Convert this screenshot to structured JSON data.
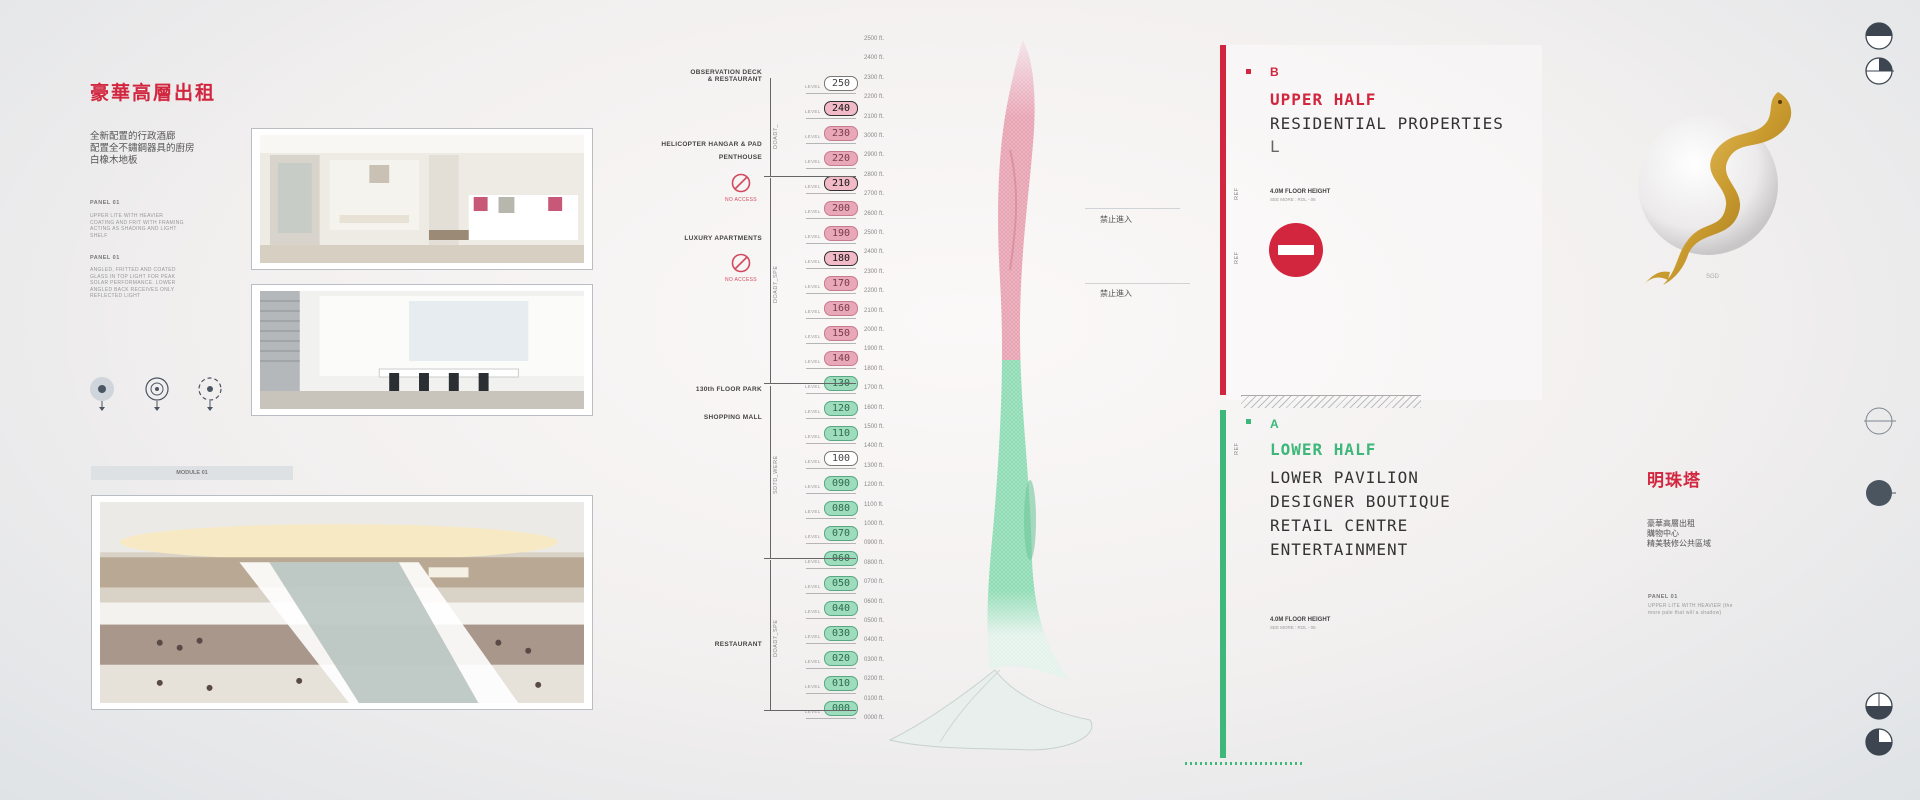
{
  "left": {
    "title": "豪華高層出租",
    "description": [
      "全新配置的行政酒廊",
      "配置全不鏽鋼器具的廚房",
      "白橡木地板"
    ],
    "panel1_label": "PANEL 01",
    "panel1_text": "UPPER LITE WITH HEAVIER COATING AND FRIT WITH FRAMING ACTING AS SHADING AND LIGHT SHELF",
    "panel2_label": "PANEL 01",
    "panel2_text": "ANGLED, FRITTED AND COATED GLASS IN TOP LIGHT FOR PEAK SOLAR PERFORMANCE. LOWER ANGLED BACK RECEIVES ONLY REFLECTED LIGHT",
    "module_label": "MODULE 01",
    "photos": [
      "living-room-photo",
      "dining-room-photo",
      "shopping-mall-photo"
    ],
    "controls": [
      "location-pin-icon",
      "target-pin-icon",
      "dashed-target-pin-icon"
    ]
  },
  "levels": [
    {
      "num": "250",
      "style": "white"
    },
    {
      "num": "240",
      "style": "pink-strong"
    },
    {
      "num": "230",
      "style": "pink"
    },
    {
      "num": "220",
      "style": "pink"
    },
    {
      "num": "210",
      "style": "pink-strong"
    },
    {
      "num": "200",
      "style": "pink"
    },
    {
      "num": "190",
      "style": "pink"
    },
    {
      "num": "180",
      "style": "pink-strong"
    },
    {
      "num": "170",
      "style": "pink"
    },
    {
      "num": "160",
      "style": "pink"
    },
    {
      "num": "150",
      "style": "pink"
    },
    {
      "num": "140",
      "style": "pink"
    },
    {
      "num": "130",
      "style": "green"
    },
    {
      "num": "120",
      "style": "green"
    },
    {
      "num": "110",
      "style": "green"
    },
    {
      "num": "100",
      "style": "white"
    },
    {
      "num": "090",
      "style": "green"
    },
    {
      "num": "080",
      "style": "green"
    },
    {
      "num": "070",
      "style": "green"
    },
    {
      "num": "060",
      "style": "green"
    },
    {
      "num": "050",
      "style": "green"
    },
    {
      "num": "040",
      "style": "green"
    },
    {
      "num": "030",
      "style": "green"
    },
    {
      "num": "020",
      "style": "green"
    },
    {
      "num": "010",
      "style": "green"
    },
    {
      "num": "000",
      "style": "green"
    }
  ],
  "level_tag": "LEVEL",
  "heights": [
    "2500 ft.",
    "2400 ft.",
    "2300 ft.",
    "2200 ft.",
    "2100 ft.",
    "3000 ft.",
    "2900 ft.",
    "2800 ft.",
    "2700 ft.",
    "2600 ft.",
    "2500 ft.",
    "2400 ft.",
    "2300 ft.",
    "2200 ft.",
    "2100 ft.",
    "2000 ft.",
    "1900 ft.",
    "1800 ft.",
    "1700 ft.",
    "1600 ft.",
    "1500 ft.",
    "1400 ft.",
    "1300 ft.",
    "1200 ft.",
    "1100 ft.",
    "1000 ft.",
    "0900 ft.",
    "0800 ft.",
    "0700 ft.",
    "0600 ft.",
    "0500 ft.",
    "0400 ft.",
    "0300 ft.",
    "0200 ft.",
    "0100 ft.",
    "0000 ft."
  ],
  "zones": {
    "observation": [
      "OBSERVATION DECK",
      "& RESTAURANT"
    ],
    "helicopter": "HELICOPTER HANGAR & PAD",
    "penthouse": "PENTHOUSE",
    "no_access_1": "NO ACCESS",
    "luxury": "LUXURY APARTMENTS",
    "no_access_2": "NO ACCESS",
    "park": "130th FLOOR PARK",
    "mall": "SHOPPING MALL",
    "restaurant": "RESTAURANT"
  },
  "bracket_labels": [
    "DOAD7_",
    "DOAD7_SPE",
    "SD7D_WERE",
    "DOAD7_SPE"
  ],
  "tower": {
    "no_entry_1": "禁止進入",
    "no_entry_2": "禁止進入",
    "upper_fraction": 0.5,
    "colors": {
      "upper": "#e8a3b3",
      "lower": "#8fdcb4"
    }
  },
  "section_b": {
    "letter": "B",
    "heading": "UPPER HALF",
    "lines": [
      "RESIDENTIAL PROPERTIES",
      "L"
    ],
    "floor_height": "4.0M FLOOR HEIGHT",
    "floor_sub": "SEE MORE : ROL - 06",
    "vert1": "REF",
    "vert2": "REF",
    "color": "#d2263f"
  },
  "section_a": {
    "letter": "A",
    "heading": "LOWER HALF",
    "lines": [
      "LOWER PAVILION",
      "DESIGNER BOUTIQUE",
      "RETAIL CENTRE",
      "ENTERTAINMENT"
    ],
    "floor_height": "4.0M FLOOR HEIGHT",
    "floor_sub": "SEE MORE : ROL - 06",
    "vert1": "REF",
    "color": "#3db77a"
  },
  "right": {
    "dragon_caption": "SGD",
    "title": "明珠塔",
    "lines": [
      "豪華高層出租",
      "購物中心",
      "精美裝修公共區域"
    ],
    "panel_label": "PANEL 01",
    "panel_text": "UPPER LITE WITH HEAVIER (the more pale that will a shadow)",
    "edge_icons": [
      "half-pie-icon",
      "crosshair-icon",
      "crosshair-icon",
      "dark-circle-icon",
      "half-pie-icon",
      "half-pie-icon"
    ]
  }
}
